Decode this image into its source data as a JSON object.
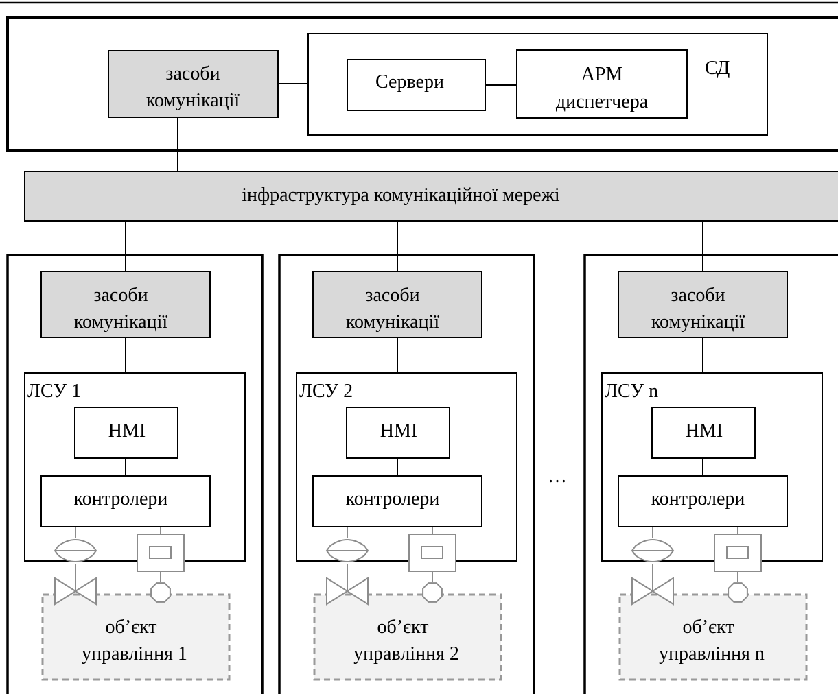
{
  "diagram": {
    "center": {
      "comm_line1": "засоби",
      "comm_line2": "комунікації",
      "servers": "Сервери",
      "arm_line1": "АРМ",
      "arm_line2": "диспетчера",
      "label": "СД"
    },
    "network": {
      "label": "інфраструктура комунікаційної мережі"
    },
    "ellipsis": "…",
    "units": [
      {
        "comm_line1": "засоби",
        "comm_line2": "комунікації",
        "lsu_label": "ЛСУ 1",
        "hmi": "HMI",
        "controllers": "контролери",
        "object_line1": "об’єкт",
        "object_line2": "управління 1"
      },
      {
        "comm_line1": "засоби",
        "comm_line2": "комунікації",
        "lsu_label": "ЛСУ 2",
        "hmi": "HMI",
        "controllers": "контролери",
        "object_line1": "об’єкт",
        "object_line2": "управління 2"
      },
      {
        "comm_line1": "засоби",
        "comm_line2": "комунікації",
        "lsu_label": "ЛСУ n",
        "hmi": "HMI",
        "controllers": "контролери",
        "object_line1": "об’єкт",
        "object_line2": "управління    n"
      }
    ],
    "colors": {
      "box_fill": "#d9d9d9",
      "object_fill": "#f2f2f2",
      "device_stroke": "#8c8c8c",
      "line": "#000000"
    }
  }
}
